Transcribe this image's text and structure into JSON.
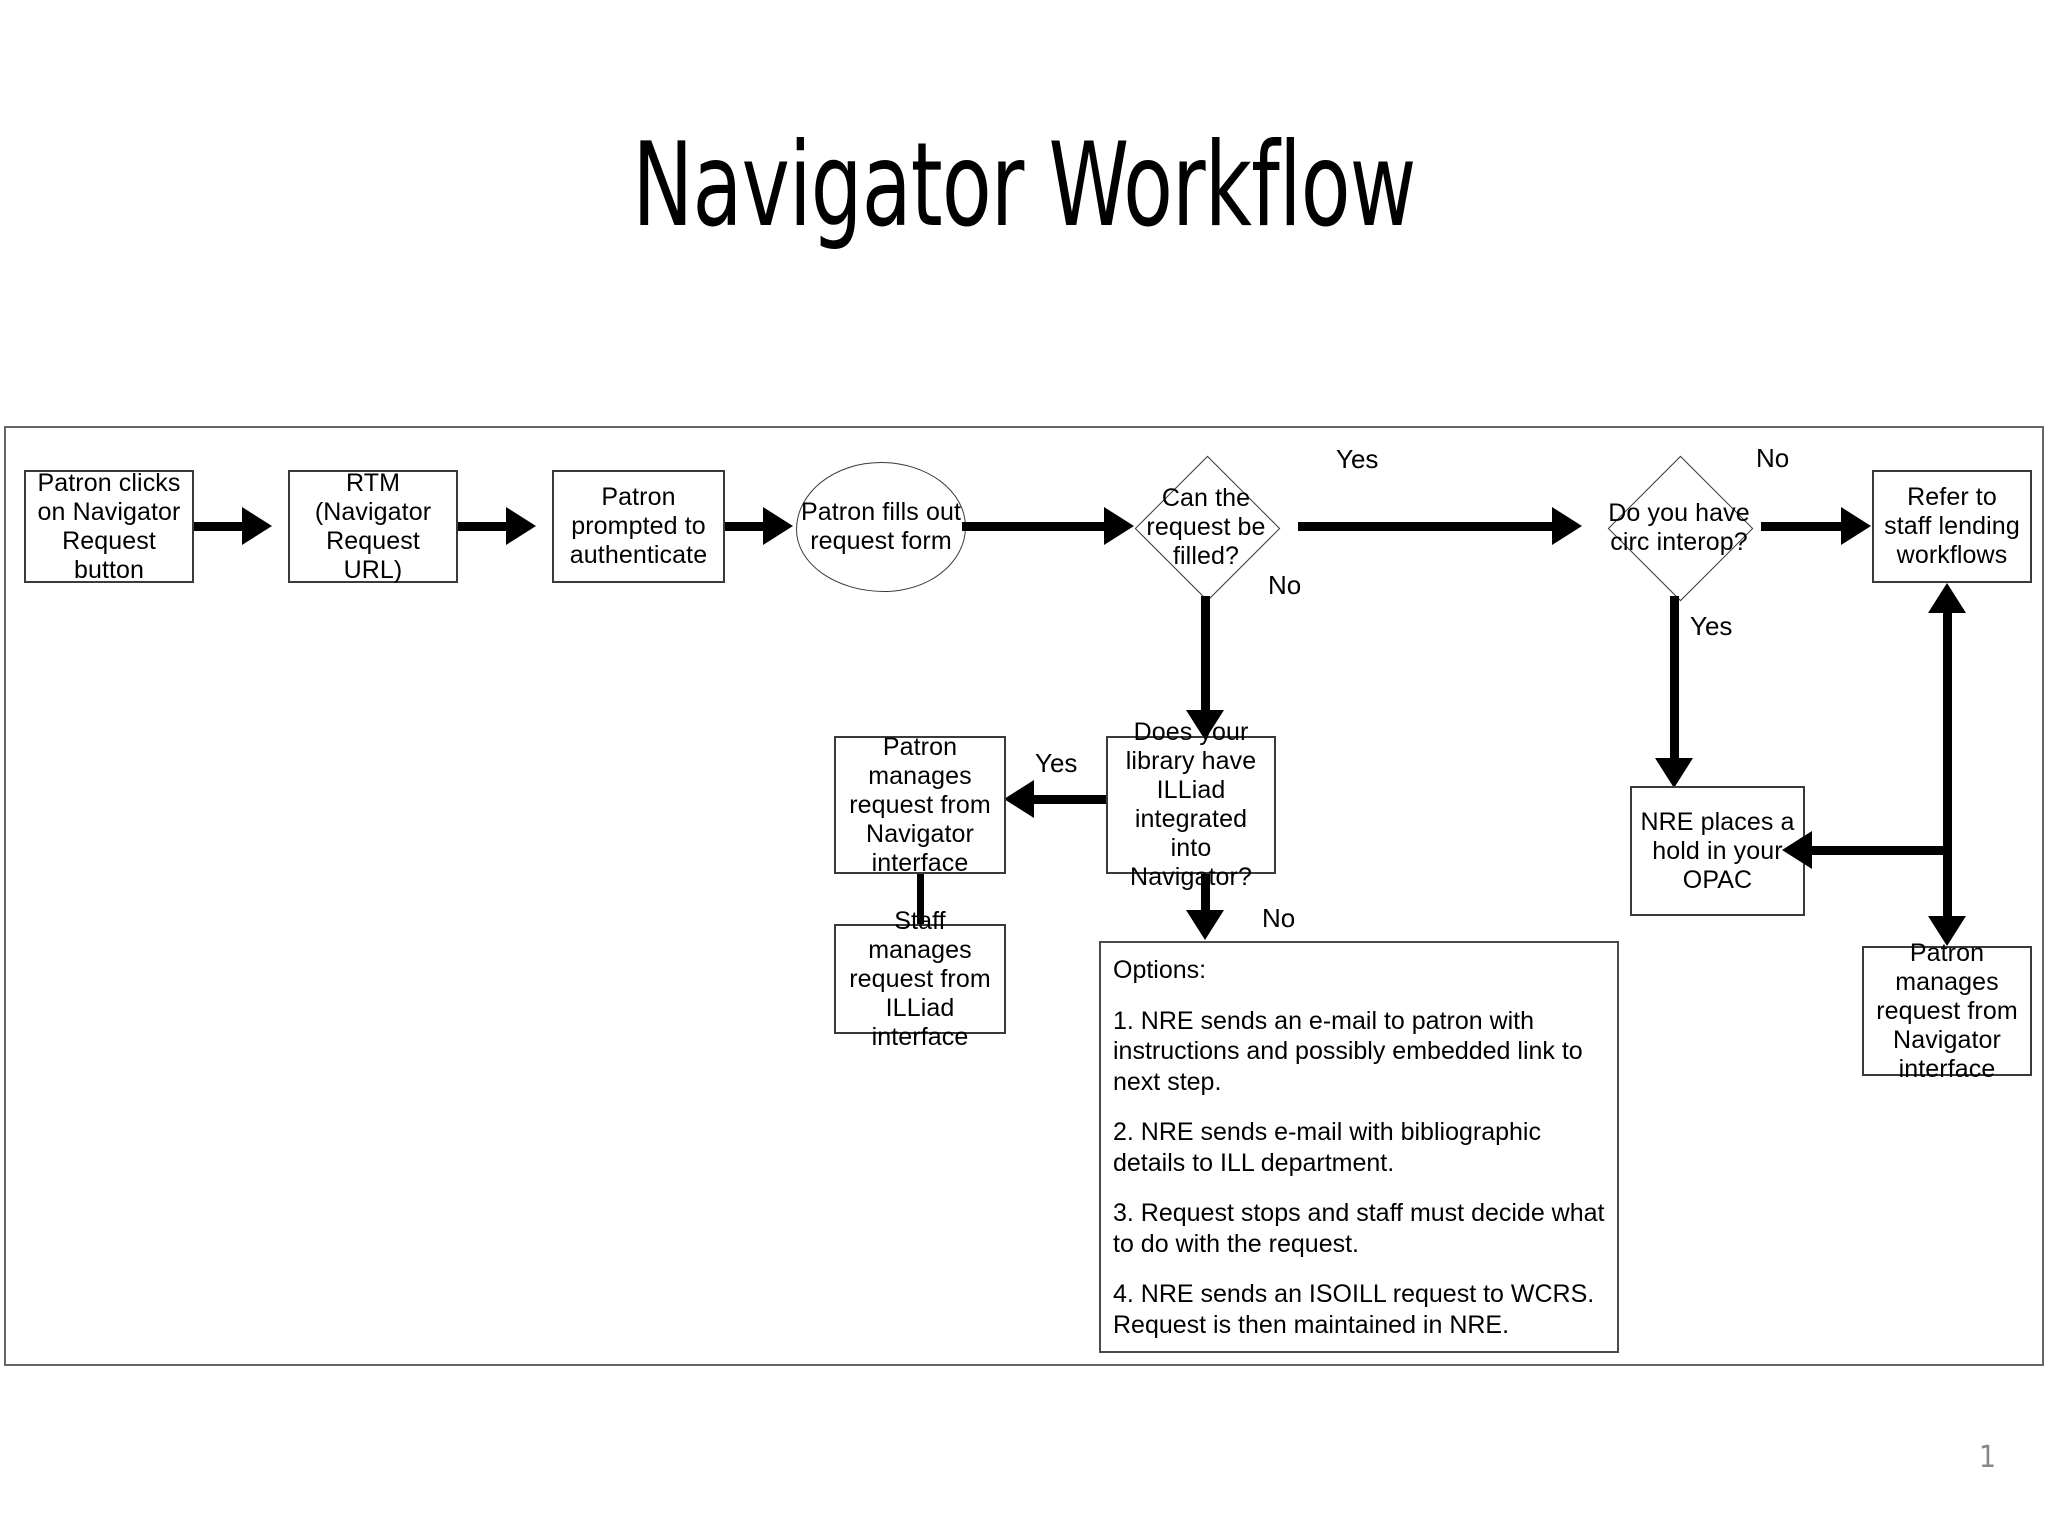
{
  "slide": {
    "title": "Navigator Workflow",
    "page_number": "1"
  },
  "diagram": {
    "type": "flowchart",
    "nodes": [
      {
        "id": "n1",
        "shape": "box",
        "text": "Patron clicks on Navigator Request button"
      },
      {
        "id": "n2",
        "shape": "box",
        "text": "RTM (Navigator Request URL)"
      },
      {
        "id": "n3",
        "shape": "box",
        "text": "Patron prompted to authenticate"
      },
      {
        "id": "n4",
        "shape": "oval",
        "text": "Patron fills out request form"
      },
      {
        "id": "n5",
        "shape": "diamond",
        "text": "Can the request be filled?"
      },
      {
        "id": "n6",
        "shape": "diamond",
        "text": "Do you have circ interop?"
      },
      {
        "id": "n7",
        "shape": "box",
        "text": "Refer to staff lending workflows"
      },
      {
        "id": "n8",
        "shape": "box",
        "text": "NRE places a hold in your OPAC"
      },
      {
        "id": "n9",
        "shape": "box",
        "text": "Patron manages request from Navigator interface"
      },
      {
        "id": "n10",
        "shape": "box",
        "text": "Does your library have ILLiad integrated into Navigator?"
      },
      {
        "id": "n11",
        "shape": "box",
        "text": "Patron manages request from Navigator interface"
      },
      {
        "id": "n12",
        "shape": "box",
        "text": "Staff manages request from ILLiad interface"
      }
    ],
    "edge_labels": {
      "filled_yes": "Yes",
      "filled_no": "No",
      "interop_no": "No",
      "interop_yes": "Yes",
      "illiad_yes": "Yes",
      "illiad_no": "No"
    },
    "options_box": {
      "heading": "Options:",
      "items": [
        "1. NRE sends an e-mail to patron with instructions and possibly embedded link to next step.",
        "2. NRE sends e-mail with bibliographic details to ILL department.",
        "3.  Request stops and staff must decide what to do with the request.",
        "4.  NRE sends an ISOILL request to WCRS. Request is then maintained in NRE."
      ]
    }
  }
}
